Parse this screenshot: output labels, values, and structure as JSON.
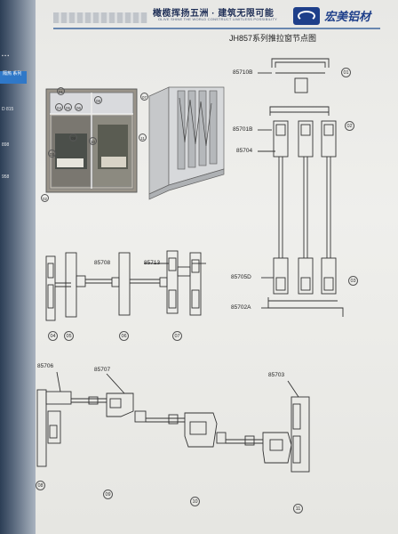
{
  "header": {
    "slogan_cn": "橄榄挥扬五洲 · 建筑无限可能",
    "slogan_en": "OLIVE SHINE THE WORLD CONSTRUCT LIMITLESS POSSIBILITY",
    "brand_cn": "宏美铝材",
    "logo_icon": "brand-logo-icon",
    "accent_color": "#1e3f8a"
  },
  "title": "JH857系列推拉窗节点图",
  "labels": {
    "l85710B": "85710B",
    "l85701B": "85701B",
    "l85704": "85704",
    "l85705D": "85705D",
    "l85702A": "85702A",
    "l85708": "85708",
    "l85713": "85713",
    "l85706": "85706",
    "l85707": "85707",
    "l85703": "85703"
  },
  "callouts": {
    "c01": "01",
    "c02": "02",
    "c03": "03",
    "c04": "04",
    "c05": "05",
    "c06": "06",
    "c07": "07",
    "c08": "08",
    "c09": "09",
    "c10": "10",
    "c11": "11"
  },
  "photo_callouts": {
    "p01": "01",
    "p02": "02",
    "p03": "03",
    "p04": "04",
    "p05": "05",
    "p06": "06",
    "p07": "07",
    "p08": "08",
    "p09": "09",
    "p10": "10",
    "p11": "11"
  },
  "prev_page": {
    "tab1": "隔热 系列",
    "text1": "D 815",
    "text2": "898",
    "text3": "958"
  }
}
